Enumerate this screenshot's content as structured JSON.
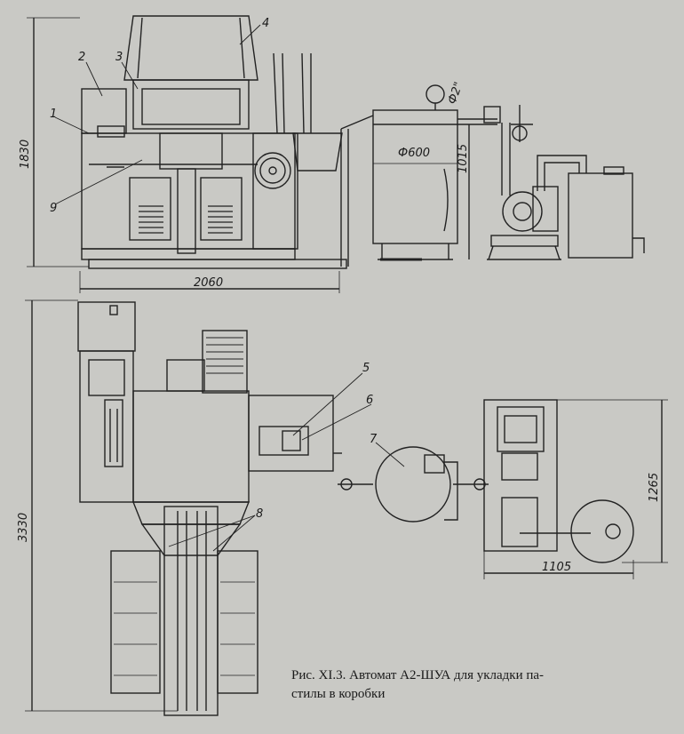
{
  "dimensions": {
    "height_top": "1830",
    "width_top": "2060",
    "height_plan": "3330",
    "tank_diameter": "Ф600",
    "pipe_size": "Ф2\"",
    "tank_height": "1015",
    "pump_height": "1265",
    "pump_width": "1105"
  },
  "callouts": [
    "1",
    "2",
    "3",
    "4",
    "5",
    "6",
    "7",
    "8",
    "9"
  ],
  "caption": {
    "line1": "Рис. XI.3. Автомат А2-ШУА для укладки па-",
    "line2": "стилы в коробки"
  }
}
